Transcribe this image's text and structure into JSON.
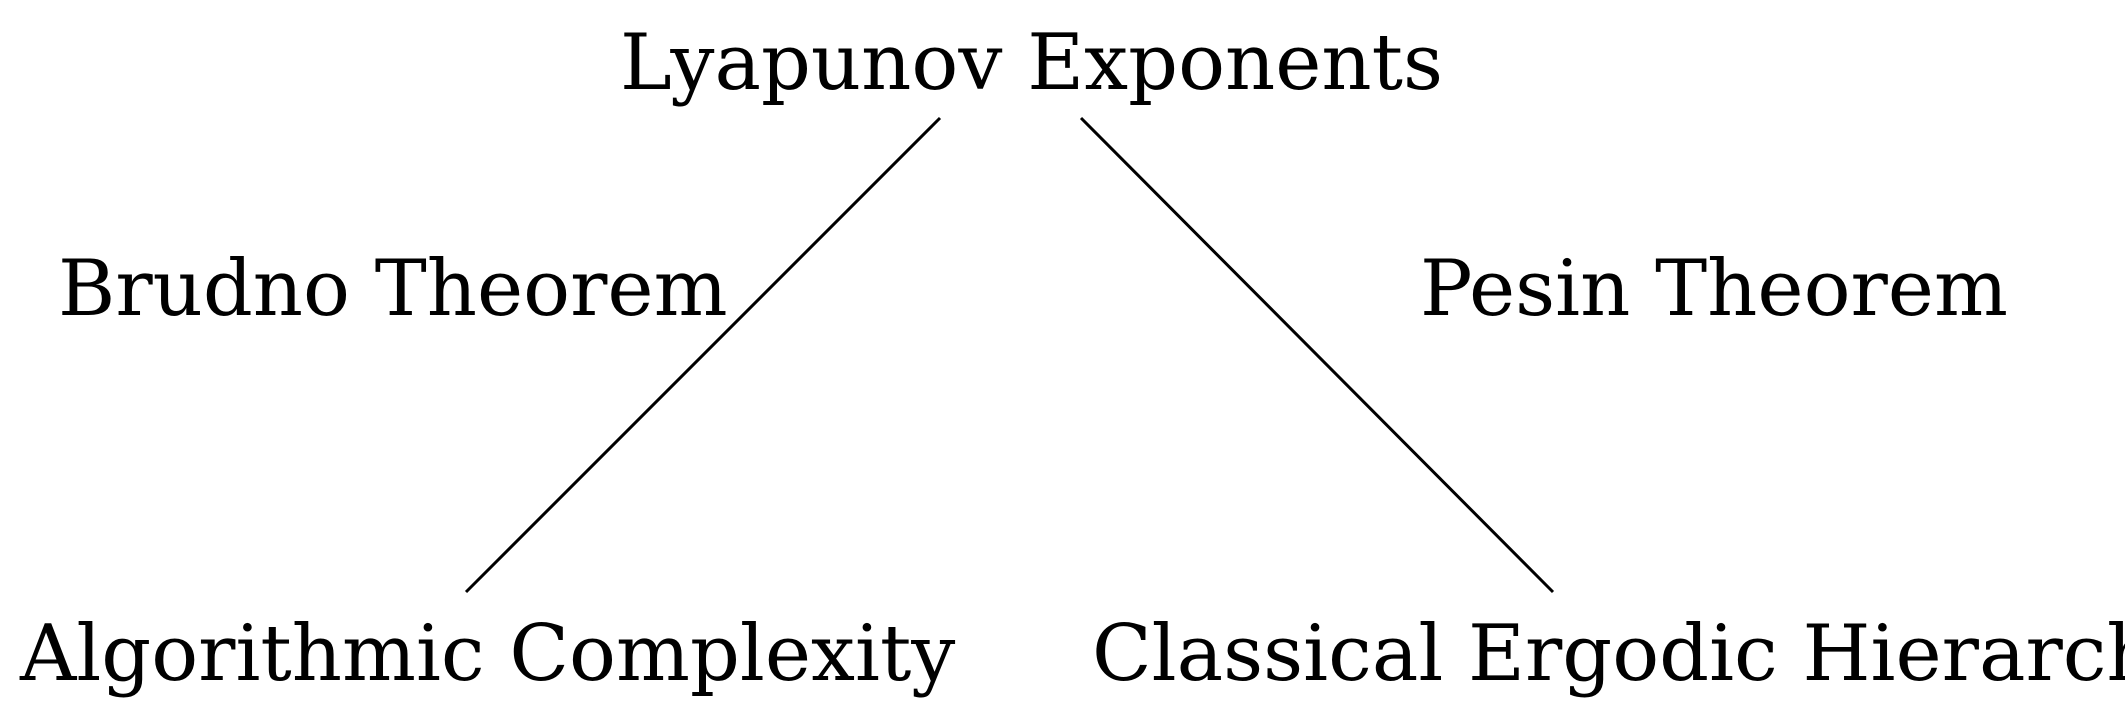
{
  "nodes": {
    "top": "Lyapunov Exponents",
    "bottom_left": "Algorithmic Complexity",
    "bottom_right": "Classical Ergodic Hierarchy"
  },
  "edges": {
    "left_label": "Brudno Theorem",
    "right_label": "Pesin Theorem"
  },
  "colors": {
    "ink": "#000000",
    "background": "#ffffff"
  }
}
